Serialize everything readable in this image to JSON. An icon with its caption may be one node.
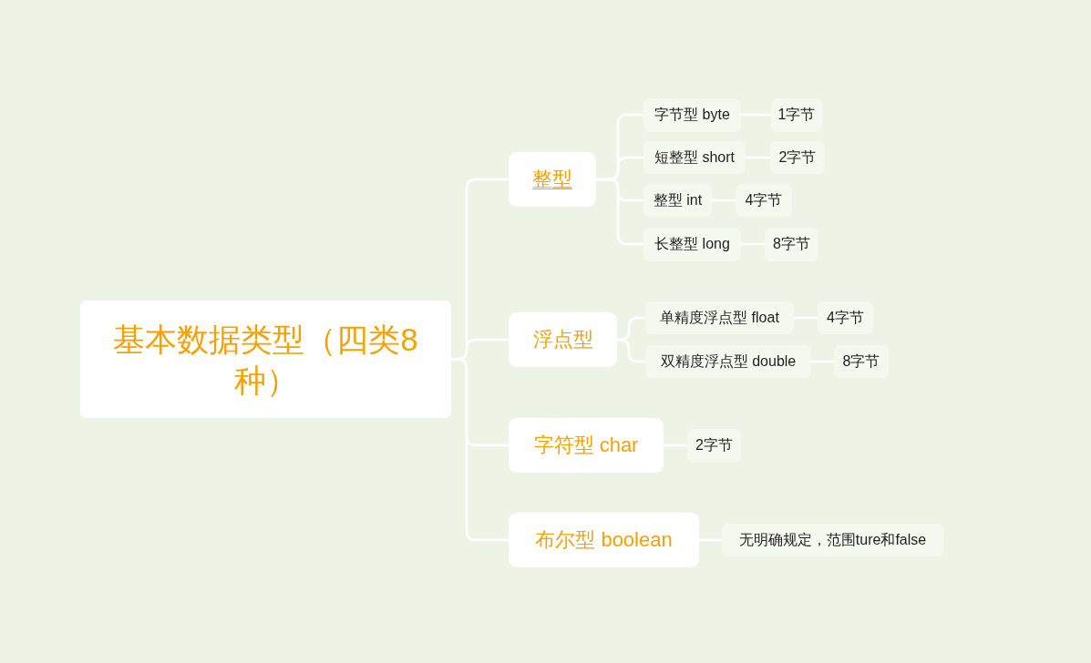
{
  "diagram": {
    "nodes": [
      {
        "text": [
          "基本数据类型（四类8种）"
        ]
      },
      {
        "text": [
          "整型"
        ]
      },
      {
        "text": [
          "字节型 byte"
        ]
      },
      {
        "text": [
          "1字节"
        ]
      },
      {
        "text": [
          "短整型 short"
        ]
      },
      {
        "text": [
          "2字节"
        ]
      },
      {
        "text": [
          "整型 int"
        ]
      },
      {
        "text": [
          "4字节"
        ]
      },
      {
        "text": [
          "长整型 long"
        ]
      },
      {
        "text": [
          "8字节"
        ]
      },
      {
        "text": [
          "浮点型"
        ]
      },
      {
        "text": [
          "单精度浮点型 float"
        ]
      },
      {
        "text": [
          "4字节"
        ]
      },
      {
        "text": [
          "双精度浮点型 double"
        ]
      },
      {
        "text": [
          "8字节"
        ]
      },
      {
        "text": [
          "字符型 char"
        ]
      },
      {
        "text": [
          "2字节"
        ]
      },
      {
        "text": [
          "布尔型 boolean"
        ]
      },
      {
        "text": [
          "无明确规定，范围ture和false"
        ]
      }
    ],
    "edges": [
      {
        "from": 0,
        "to": 1,
        "arrow": "none"
      },
      {
        "from": 0,
        "to": 10,
        "arrow": "none"
      },
      {
        "from": 0,
        "to": 15,
        "arrow": "none"
      },
      {
        "from": 0,
        "to": 17,
        "arrow": "none"
      },
      {
        "from": 1,
        "to": 2,
        "arrow": "none"
      },
      {
        "from": 1,
        "to": 4,
        "arrow": "none"
      },
      {
        "from": 1,
        "to": 6,
        "arrow": "none"
      },
      {
        "from": 1,
        "to": 8,
        "arrow": "none"
      },
      {
        "from": 2,
        "to": 3,
        "arrow": "none"
      },
      {
        "from": 4,
        "to": 5,
        "arrow": "none"
      },
      {
        "from": 6,
        "to": 7,
        "arrow": "none"
      },
      {
        "from": 8,
        "to": 9,
        "arrow": "none"
      },
      {
        "from": 10,
        "to": 11,
        "arrow": "none"
      },
      {
        "from": 10,
        "to": 13,
        "arrow": "none"
      },
      {
        "from": 11,
        "to": 12,
        "arrow": "none"
      },
      {
        "from": 13,
        "to": 14,
        "arrow": "none"
      },
      {
        "from": 15,
        "to": 16,
        "arrow": "none"
      },
      {
        "from": 17,
        "to": 18,
        "arrow": "none"
      }
    ]
  }
}
